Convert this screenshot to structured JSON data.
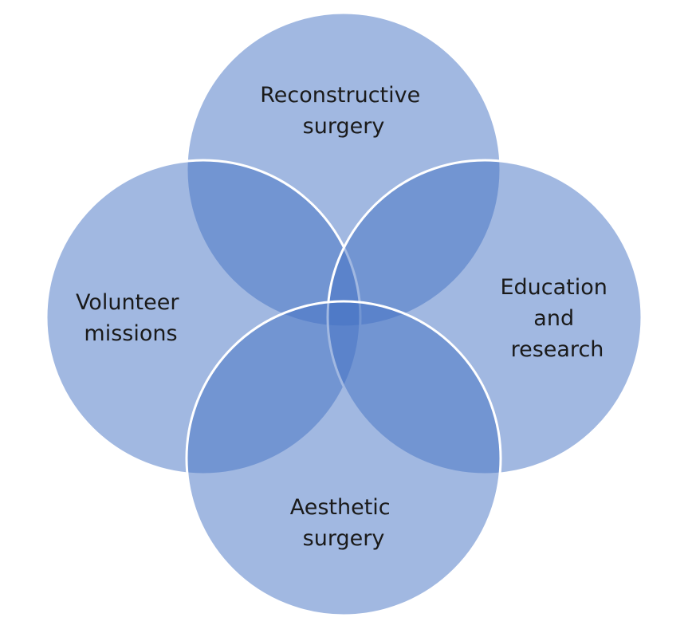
{
  "diagram": {
    "type": "venn",
    "fill_color": "#4472c4",
    "stroke_color": "#ffffff",
    "text_color": "#1a1a1a",
    "sets": [
      {
        "id": "reconstructive",
        "lines": [
          "Reconstructive",
          "surgery"
        ]
      },
      {
        "id": "education",
        "lines": [
          "Education",
          "and",
          "research"
        ]
      },
      {
        "id": "aesthetic",
        "lines": [
          "Aesthetic",
          "surgery"
        ]
      },
      {
        "id": "volunteer",
        "lines": [
          "Volunteer",
          "missions"
        ]
      }
    ]
  }
}
